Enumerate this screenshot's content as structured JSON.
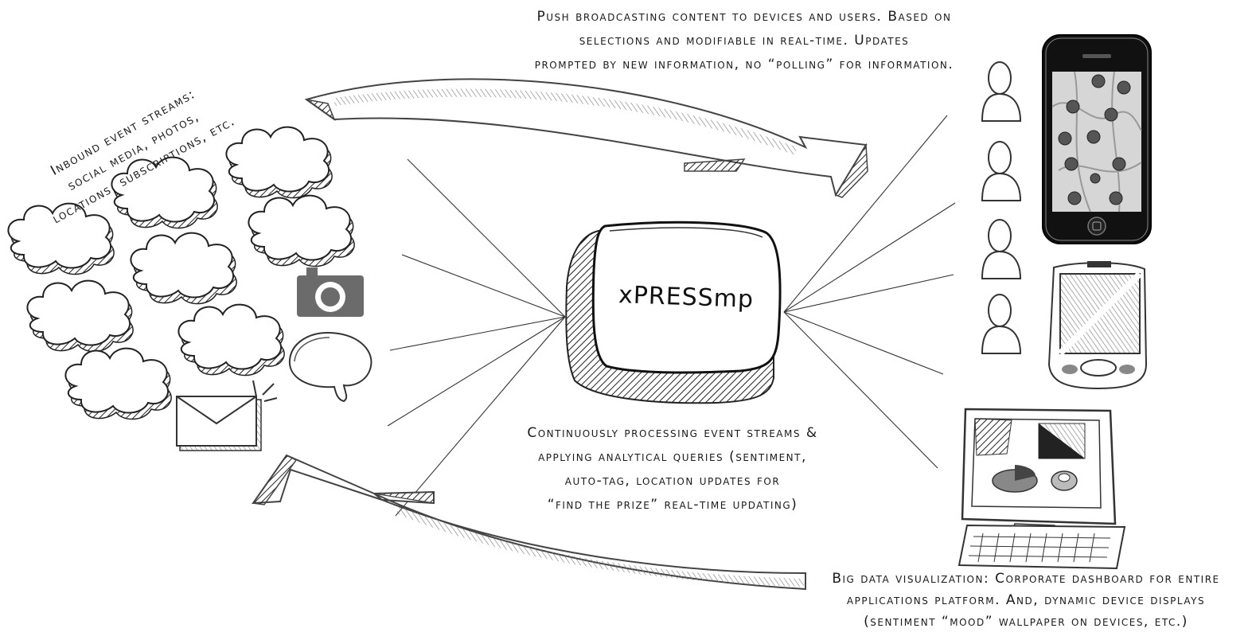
{
  "inbound": {
    "lines": [
      "Inbound event streams:",
      "social media, photos,",
      "locations, subscriptions, etc."
    ]
  },
  "push": {
    "lines": [
      "Push broadcasting content to devices and users. Based on",
      "selections and modifiable in real-time. Updates",
      "prompted by new information, no “polling” for information."
    ]
  },
  "hub": {
    "label": "xPRESSmp"
  },
  "processing": {
    "lines": [
      "Continuously processing event streams &",
      "applying analytical queries (sentiment,",
      "auto-tag, location updates for",
      "“find the prize” real-time updating)"
    ]
  },
  "bigdata": {
    "lines": [
      "Big data visualization: Corporate dashboard for entire",
      "applications platform. And, dynamic device displays",
      "(sentiment “mood” wallpaper on devices, etc.)"
    ]
  },
  "icons": {
    "sources": [
      "cloud-icon",
      "camera-icon",
      "speech-bubble-icon",
      "envelope-icon"
    ],
    "targets": [
      "user-icon",
      "smartphone-icon",
      "pda-icon",
      "computer-dashboard-icon"
    ]
  },
  "colors": {
    "ink": "#1a1a1a",
    "arrow": "#555555",
    "camera": "#6b6b6b"
  }
}
